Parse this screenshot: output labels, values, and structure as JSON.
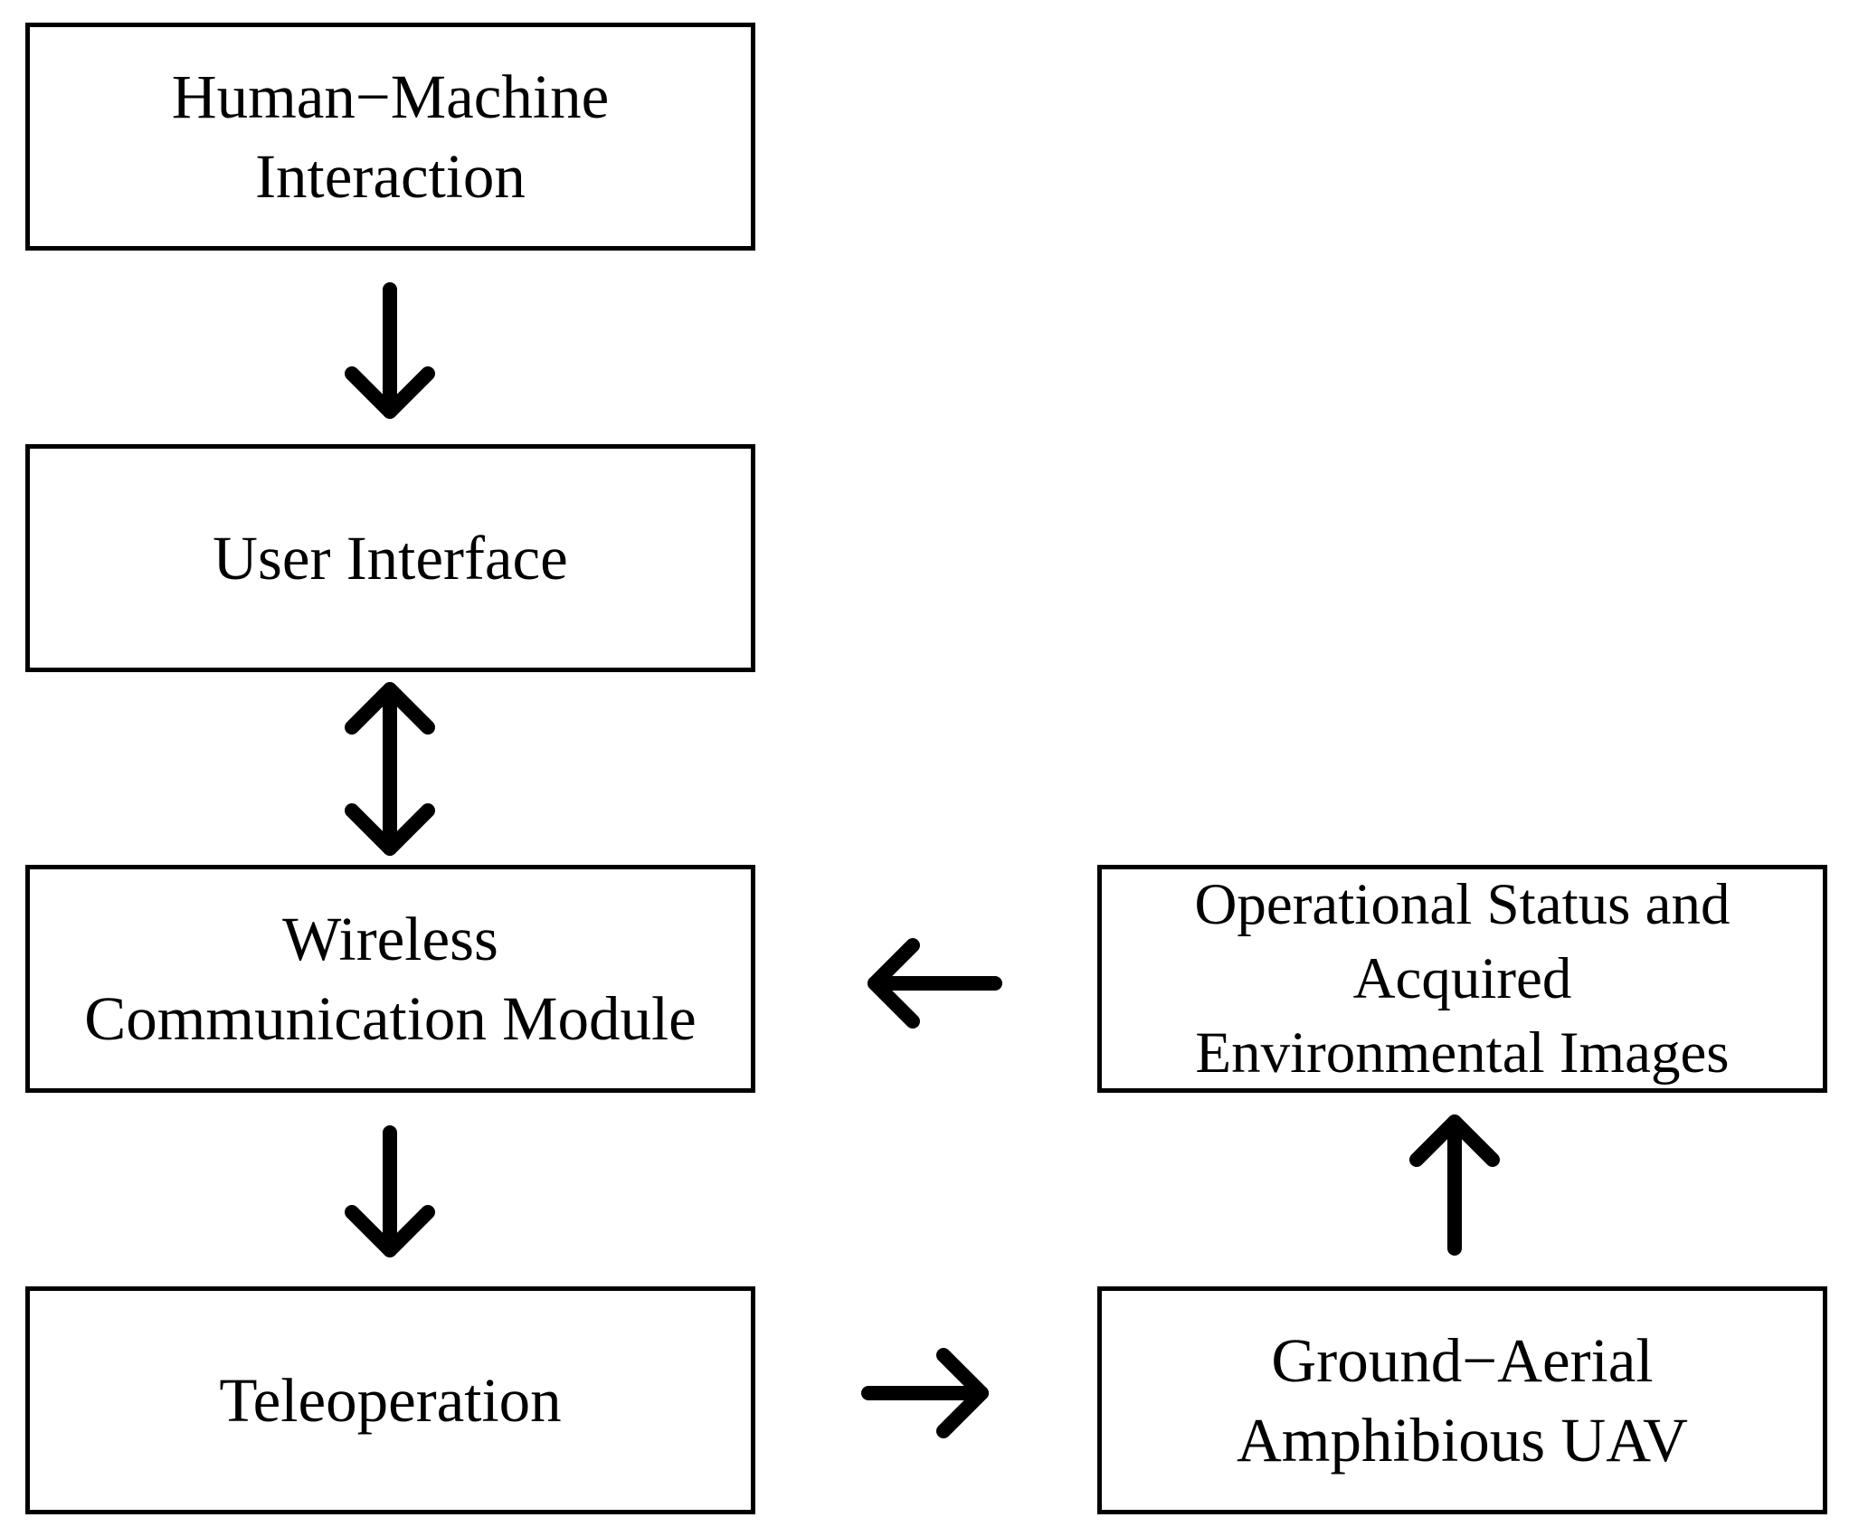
{
  "diagram": {
    "nodes": {
      "human_machine_interaction": {
        "label": "Human−Machine\nInteraction"
      },
      "user_interface": {
        "label": "User Interface"
      },
      "wireless_communication_module": {
        "label": "Wireless\nCommunication Module"
      },
      "teleoperation": {
        "label": "Teleoperation"
      },
      "operational_status": {
        "label": "Operational Status and\nAcquired\nEnvironmental Images"
      },
      "ground_aerial_uav": {
        "label": "Ground−Aerial\nAmphibious UAV"
      }
    },
    "edges": [
      {
        "from": "human_machine_interaction",
        "to": "user_interface",
        "direction": "forward"
      },
      {
        "from": "user_interface",
        "to": "wireless_communication_module",
        "direction": "both"
      },
      {
        "from": "wireless_communication_module",
        "to": "teleoperation",
        "direction": "forward"
      },
      {
        "from": "teleoperation",
        "to": "ground_aerial_uav",
        "direction": "forward"
      },
      {
        "from": "ground_aerial_uav",
        "to": "operational_status",
        "direction": "forward"
      },
      {
        "from": "operational_status",
        "to": "wireless_communication_module",
        "direction": "forward"
      }
    ]
  }
}
